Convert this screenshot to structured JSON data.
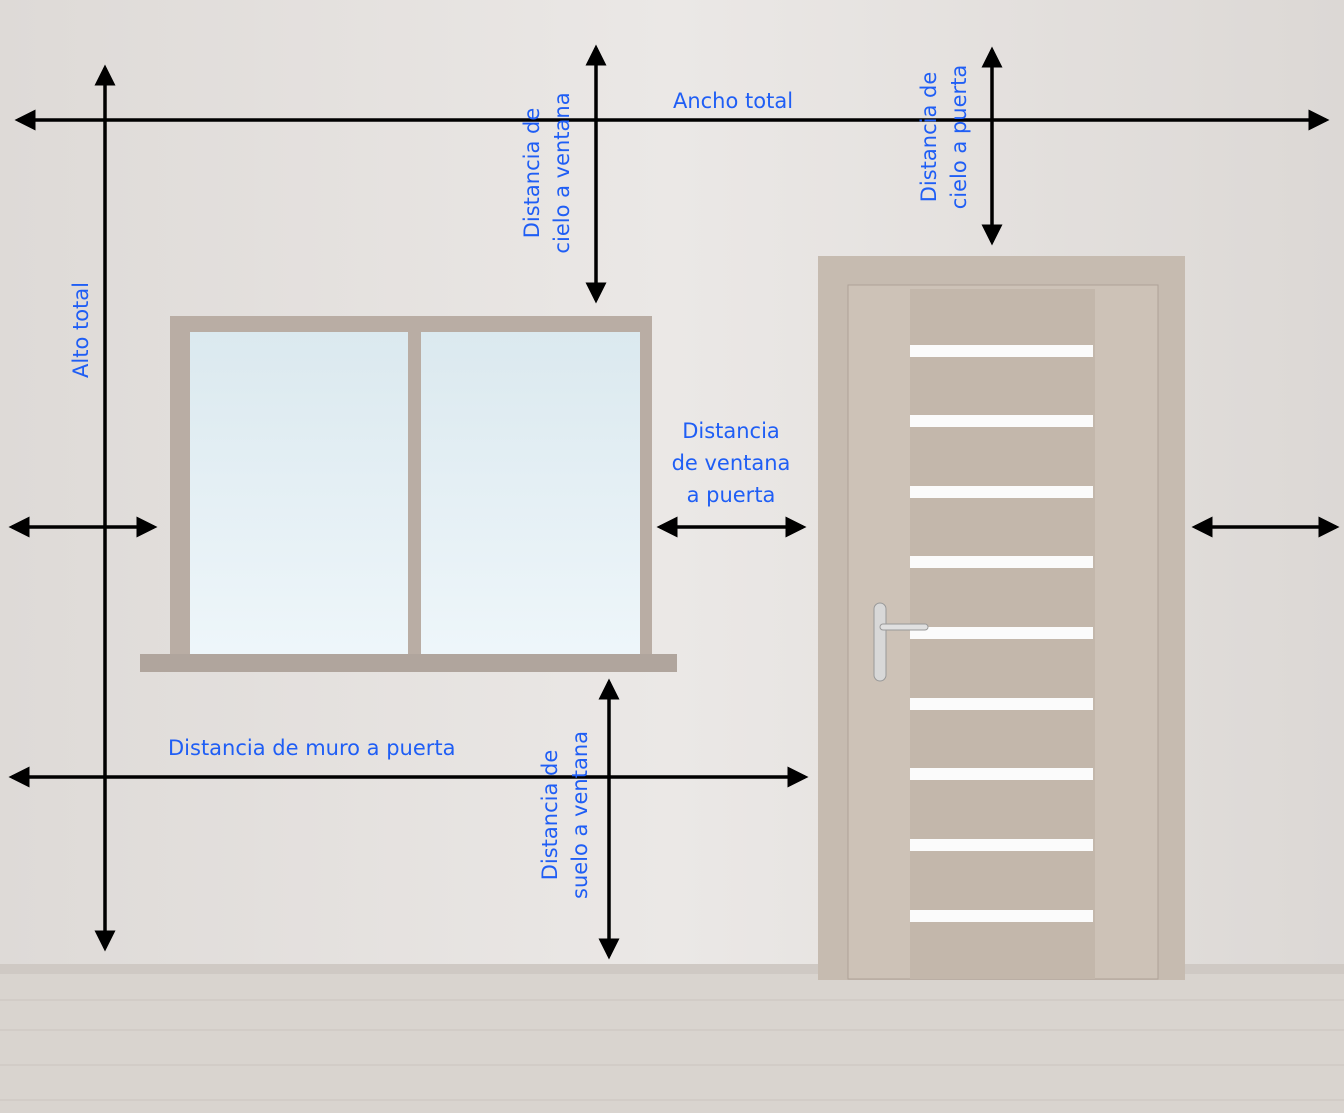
{
  "labels": {
    "total_width": "Ancho total",
    "total_height": "Alto total",
    "ceiling_to_window": [
      "Distancia de",
      "cielo a ventana"
    ],
    "ceiling_to_door": [
      "Distancia de",
      "cielo a puerta"
    ],
    "window_to_door": [
      "Distancia",
      "de ventana",
      "a puerta"
    ],
    "wall_to_door": "Distancia de muro a puerta",
    "floor_to_window": [
      "Distancia de",
      "suelo a ventana"
    ]
  },
  "colors": {
    "label": "#1f5ef5",
    "arrow": "#000000",
    "wall": "#e7e4e2",
    "floor": "#d9d4cf",
    "door": "#c2b6aa"
  }
}
